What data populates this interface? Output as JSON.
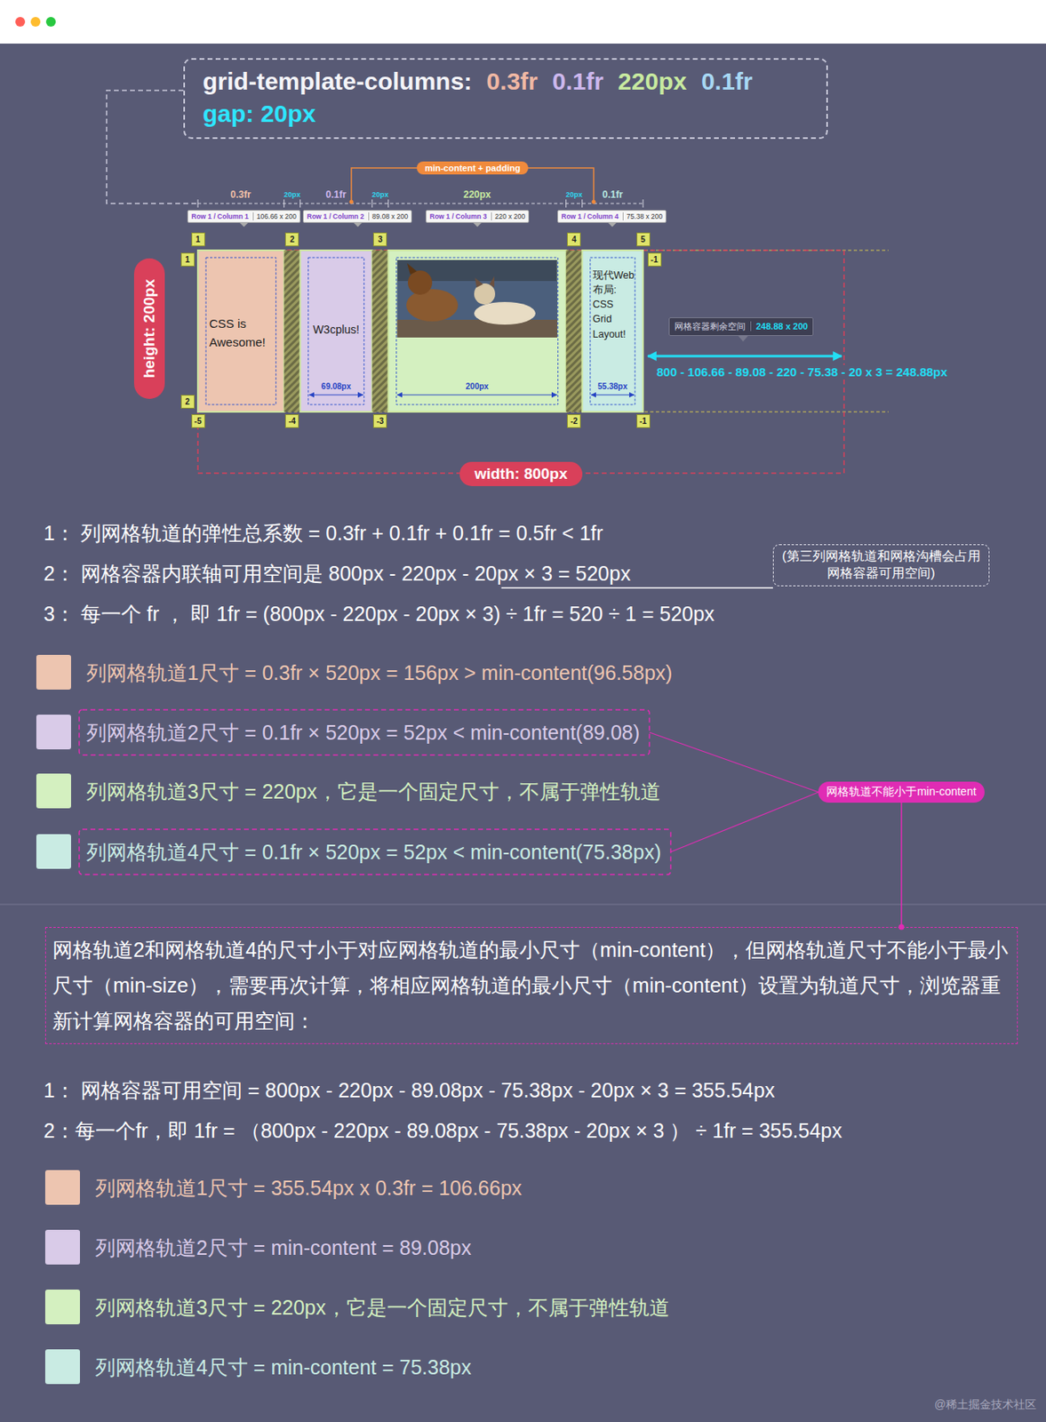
{
  "diagram": {
    "nodes": [
      {
        "text": [
          "grid-template-columns:",
          "0.3fr",
          "0.1fr",
          "220px",
          "0.1fr",
          "gap: 20px"
        ]
      },
      {
        "text": [
          "min-content + padding"
        ]
      },
      {
        "text": [
          "Row 1 / Column 1",
          "106.66 x 200"
        ]
      },
      {
        "text": [
          "Row 1 / Column 2",
          "89.08 x 200"
        ]
      },
      {
        "text": [
          "Row 1 / Column 3",
          "220 x 200"
        ]
      },
      {
        "text": [
          "Row 1 / Column 4",
          "75.38 x 200"
        ]
      },
      {
        "text": [
          "1"
        ]
      },
      {
        "text": [
          "2"
        ]
      },
      {
        "text": [
          "3"
        ]
      },
      {
        "text": [
          "4"
        ]
      },
      {
        "text": [
          "5"
        ]
      },
      {
        "text": [
          "1"
        ]
      },
      {
        "text": [
          "-1"
        ]
      },
      {
        "text": [
          "height: 200px"
        ]
      },
      {
        "text": [
          "CSS is Awesome!"
        ]
      },
      {
        "text": [
          "W3cplus!",
          "69.08px"
        ]
      },
      {
        "text": [
          "200px"
        ]
      },
      {
        "text": [
          "现代Web布局: CSS Grid Layout!",
          "55.38px"
        ]
      },
      {
        "text": [
          "网格容器剩余空间",
          "248.88 x 200"
        ]
      },
      {
        "text": [
          "2"
        ]
      },
      {
        "text": [
          "-5"
        ]
      },
      {
        "text": [
          "-4"
        ]
      },
      {
        "text": [
          "-3"
        ]
      },
      {
        "text": [
          "-2"
        ]
      },
      {
        "text": [
          "-1"
        ]
      },
      {
        "text": [
          "width: 800px"
        ]
      },
      {
        "text": [
          "(第三列网格轨道和网格沟槽会占用网格容器可用空间)"
        ]
      },
      {
        "text": [
          "网格轨道不能小于min-content"
        ]
      },
      {
        "text": [
          "网格轨道2和网格轨道4的尺寸小于对应网格轨道的最小尺寸（min-content），但网格轨道尺寸不能小于最小尺寸（min-size），需要再次计算，将相应网格轨道的最小尺寸（min-content）设置为轨道尺寸，浏览器重新计算网格容器的可用空间："
        ]
      }
    ],
    "edges": [
      {
        "from": 27,
        "to": 28,
        "arrow": "none"
      }
    ],
    "labels": [
      "0.3fr",
      "20px",
      "0.1fr",
      "20px",
      "220px",
      "20px",
      "0.1fr",
      "800 - 106.66 - 89.08 - 220 - 75.38 - 20 x 3 = 248.88px",
      "1： 列网格轨道的弹性总系数 = 0.3fr + 0.1fr + 0.1fr = 0.5fr < 1fr",
      "2： 网格容器内联轴可用空间是 800px - 220px - 20px × 3 = 520px",
      "3： 每一个 fr ， 即 1fr = (800px - 220px - 20px × 3) ÷ 1fr = 520 ÷ 1 = 520px",
      "1： 网格容器可用空间 = 800px - 220px - 89.08px - 75.38px - 20px × 3 = 355.54px",
      "2：每一个fr，即 1fr = （800px - 220px - 89.08px - 75.38px - 20px × 3 ） ÷ 1fr = 355.54px",
      "@稀土掘金技术社区"
    ],
    "legend": [
      {
        "text": "列网格轨道1尺寸 = 0.3fr × 520px = 156px > min-content(96.58px)",
        "color": "#edc5b0"
      },
      {
        "text": "列网格轨道2尺寸 = 0.1fr × 520px = 52px < min-content(89.08)",
        "color": "#d9cbe8"
      },
      {
        "text": "列网格轨道3尺寸 = 220px，它是一个固定尺寸，不属于弹性轨道",
        "color": "#d4f0c0"
      },
      {
        "text": "列网格轨道4尺寸 = 0.1fr × 520px = 52px < min-content(75.38px)",
        "color": "#c9ebe3"
      },
      {
        "text": "列网格轨道1尺寸 = 355.54px x 0.3fr = 106.66px",
        "color": "#edc5b0"
      },
      {
        "text": "列网格轨道2尺寸 = min-content = 89.08px",
        "color": "#d9cbe8"
      },
      {
        "text": "列网格轨道3尺寸 = 220px，它是一个固定尺寸，不属于弹性轨道",
        "color": "#d4f0c0"
      },
      {
        "text": "列网格轨道4尺寸 = min-content = 75.38px",
        "color": "#c9ebe3"
      }
    ]
  }
}
